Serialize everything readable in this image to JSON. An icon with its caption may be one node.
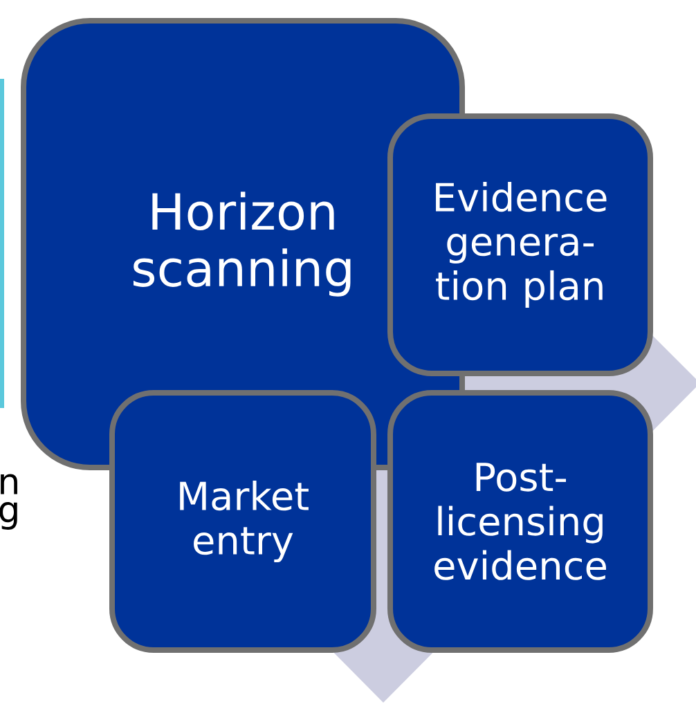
{
  "diagram": {
    "nodes": [
      {
        "text": [
          "Horizon scanning"
        ]
      },
      {
        "text": [
          "Evidence genera- tion plan"
        ]
      },
      {
        "text": [
          "Market entry"
        ]
      },
      {
        "text": [
          "Post- licensing evidence"
        ]
      }
    ],
    "labels": [
      "n",
      "g"
    ]
  }
}
